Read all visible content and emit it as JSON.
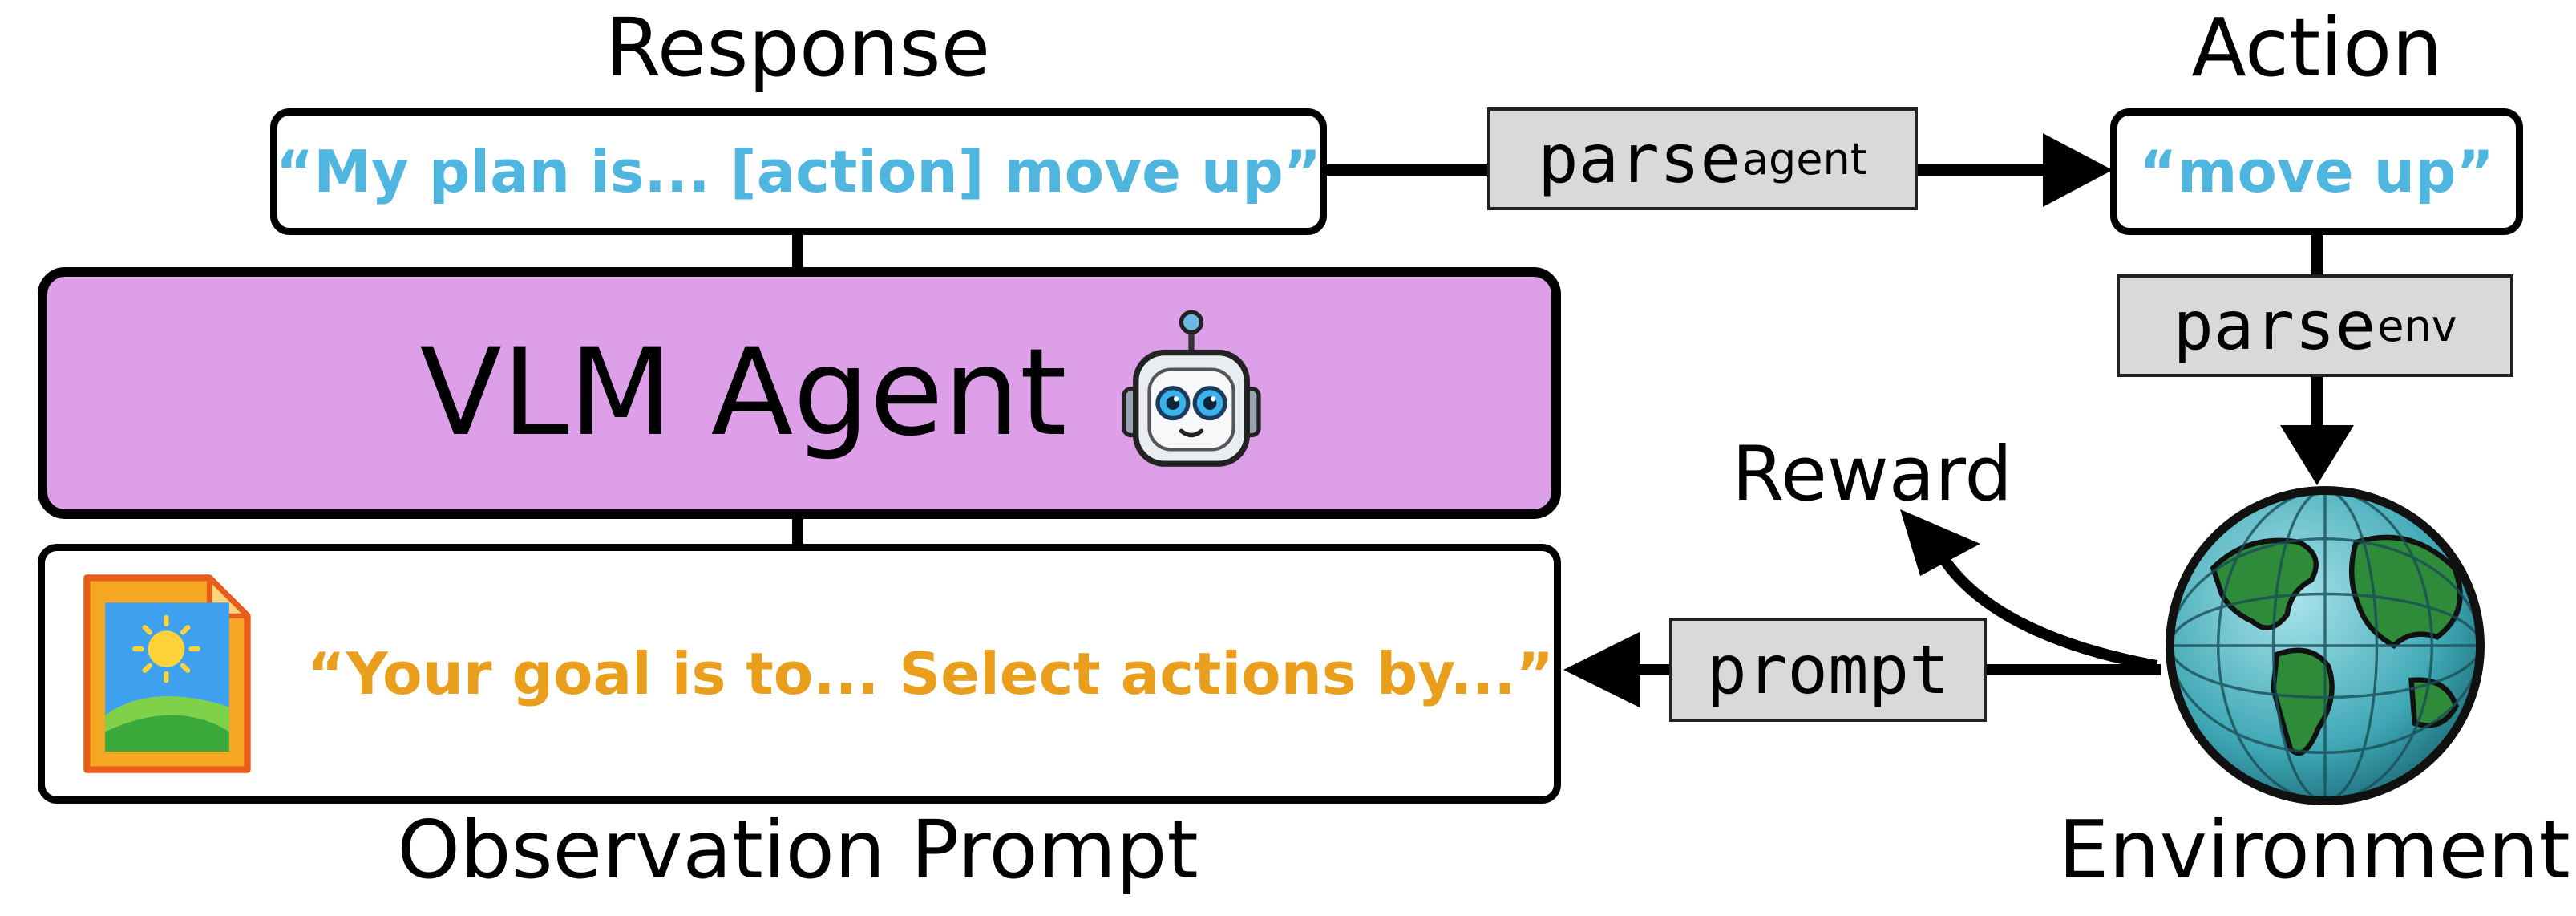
{
  "labels": {
    "response": "Response",
    "action": "Action",
    "reward": "Reward",
    "observation_prompt": "Observation Prompt",
    "environment": "Environment"
  },
  "response_box": {
    "text": "“My plan is... [action] move up”"
  },
  "action_box": {
    "text": "“move up”"
  },
  "agent_box": {
    "title": "VLM Agent"
  },
  "observation_box": {
    "text": "“Your goal is to... Select actions by...”"
  },
  "tags": {
    "parse_agent": {
      "main": "parse",
      "sub": "agent"
    },
    "parse_env": {
      "main": "parse",
      "sub": "env"
    },
    "prompt": "prompt"
  },
  "icons": [
    "robot-icon",
    "image-file-icon",
    "globe-icon"
  ],
  "colors": {
    "agent_fill": "#dda0e8",
    "response_text": "#4fb6df",
    "prompt_text": "#e99e1c",
    "tag_fill": "#d9d9d9"
  }
}
